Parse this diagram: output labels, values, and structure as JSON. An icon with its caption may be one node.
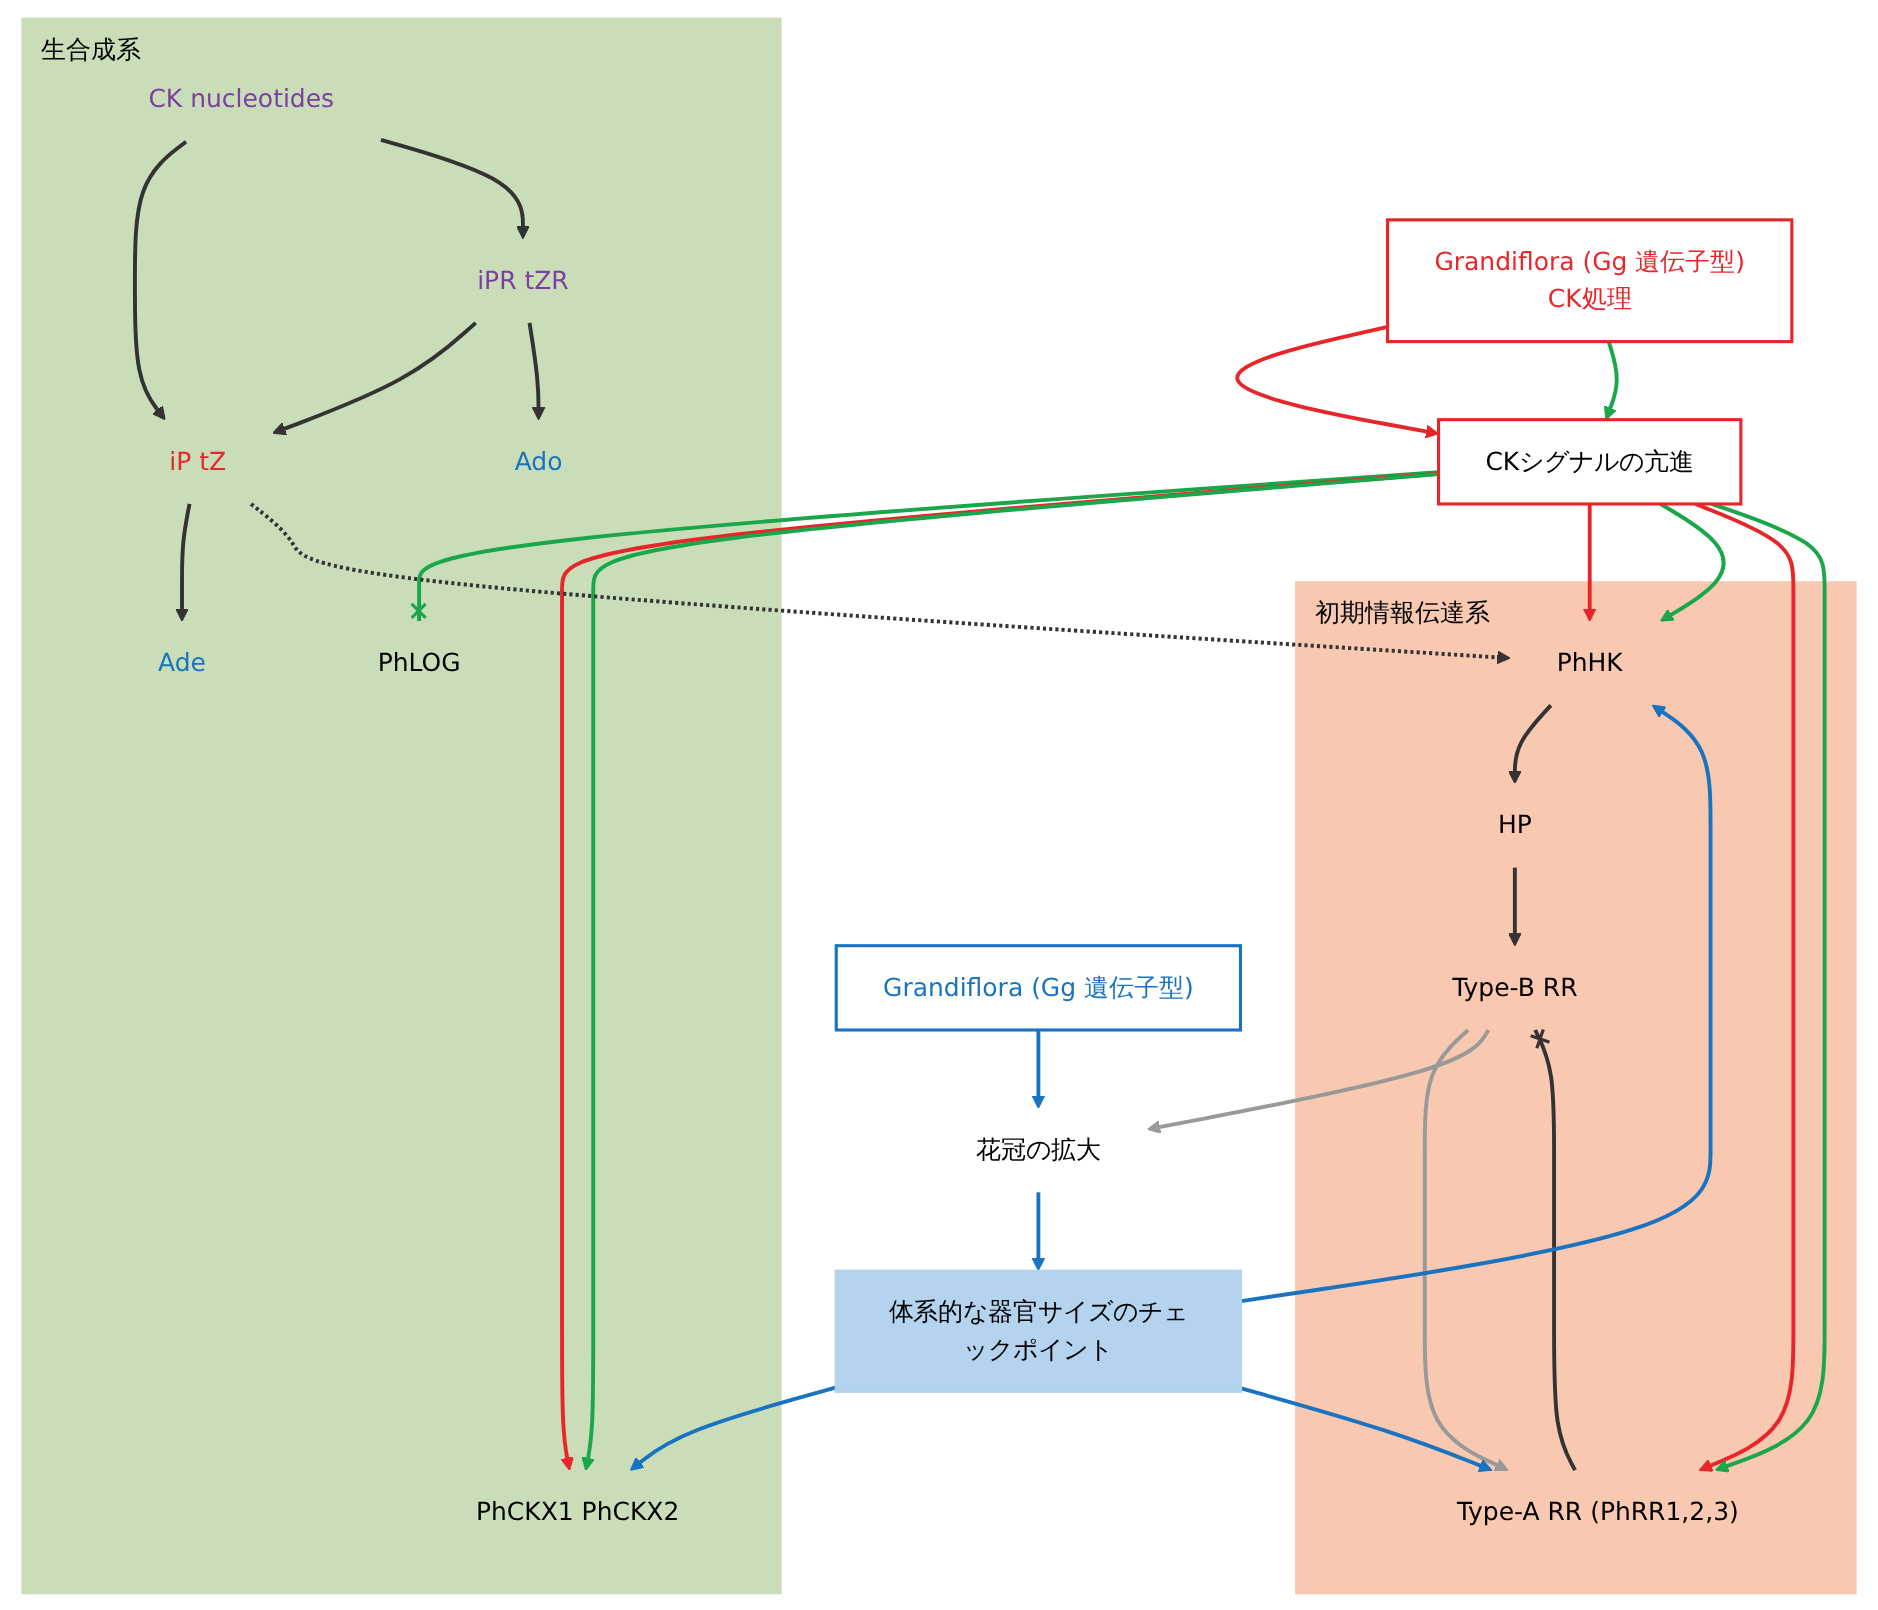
{
  "diagram": {
    "nodes": [
      {
        "text": [
          "Grandiflora (Gg 遺伝子型)",
          "CK処理"
        ]
      },
      {
        "text": [
          "CKシグナルの亢進"
        ]
      },
      {
        "text": [
          "生合成系"
        ]
      },
      {
        "text": [
          "PhLOG"
        ],
        "in": 2
      },
      {
        "text": [
          "CK nucleotides"
        ],
        "in": 2
      },
      {
        "text": [
          "iPR tZR"
        ],
        "in": 2
      },
      {
        "text": [
          "iP tZ"
        ],
        "in": 2
      },
      {
        "text": [
          "PhCKX1 PhCKX2"
        ],
        "in": 2
      },
      {
        "text": [
          "Ado"
        ],
        "in": 2
      },
      {
        "text": [
          "Ade"
        ],
        "in": 2
      },
      {
        "text": [
          "初期情報伝達系"
        ]
      },
      {
        "text": [
          "PhHK"
        ],
        "in": 10
      },
      {
        "text": [
          "HP"
        ],
        "in": 10
      },
      {
        "text": [
          "Type-A RR (PhRR1,2,3)"
        ],
        "in": 10
      },
      {
        "text": [
          "Type-B RR"
        ],
        "in": 10
      },
      {
        "text": [
          "花冠の拡大"
        ]
      },
      {
        "text": [
          "体系的な器官サイズのチェックポイント"
        ]
      },
      {
        "text": [
          "Grandiflora (Gg 遺伝子型)"
        ]
      }
    ],
    "edges": [
      {
        "from": 0,
        "to": 1,
        "arrow": "to",
        "color": "#e8262a"
      },
      {
        "from": 0,
        "to": 1,
        "arrow": "to",
        "color": "#1aa64a"
      },
      {
        "from": 1,
        "to": 3,
        "arrow": "other",
        "color": "#1aa64a"
      },
      {
        "from": 1,
        "to": 7,
        "arrow": "to",
        "color": "#e8262a"
      },
      {
        "from": 1,
        "to": 7,
        "arrow": "to",
        "color": "#1aa64a"
      },
      {
        "from": 1,
        "to": 11,
        "arrow": "to",
        "color": "#e8262a"
      },
      {
        "from": 1,
        "to": 11,
        "arrow": "to",
        "color": "#1aa64a"
      },
      {
        "from": 1,
        "to": 13,
        "arrow": "to",
        "color": "#e8262a"
      },
      {
        "from": 1,
        "to": 13,
        "arrow": "to",
        "color": "#1aa64a"
      },
      {
        "from": 4,
        "to": 6,
        "arrow": "to"
      },
      {
        "from": 4,
        "to": 5,
        "arrow": "to"
      },
      {
        "from": 5,
        "to": 6,
        "arrow": "to"
      },
      {
        "from": 5,
        "to": 8,
        "arrow": "to"
      },
      {
        "from": 6,
        "to": 9,
        "arrow": "to"
      },
      {
        "from": 6,
        "to": 11,
        "arrow": "to",
        "style": "dashed"
      },
      {
        "from": 11,
        "to": 12,
        "arrow": "to"
      },
      {
        "from": 12,
        "to": 14,
        "arrow": "to"
      },
      {
        "from": 13,
        "to": 14,
        "arrow": "other"
      },
      {
        "from": 14,
        "to": 13,
        "arrow": "to",
        "color": "#999999"
      },
      {
        "from": 14,
        "to": 15,
        "arrow": "to",
        "color": "#999999"
      },
      {
        "from": 15,
        "to": 16,
        "arrow": "to",
        "color": "#1a73c0"
      },
      {
        "from": 16,
        "to": 7,
        "arrow": "to",
        "color": "#1a73c0"
      },
      {
        "from": 16,
        "to": 11,
        "arrow": "to",
        "color": "#1a73c0"
      },
      {
        "from": 16,
        "to": 13,
        "arrow": "to",
        "color": "#1a73c0"
      },
      {
        "from": 17,
        "to": 15,
        "arrow": "to",
        "color": "#1a73c0"
      }
    ]
  }
}
